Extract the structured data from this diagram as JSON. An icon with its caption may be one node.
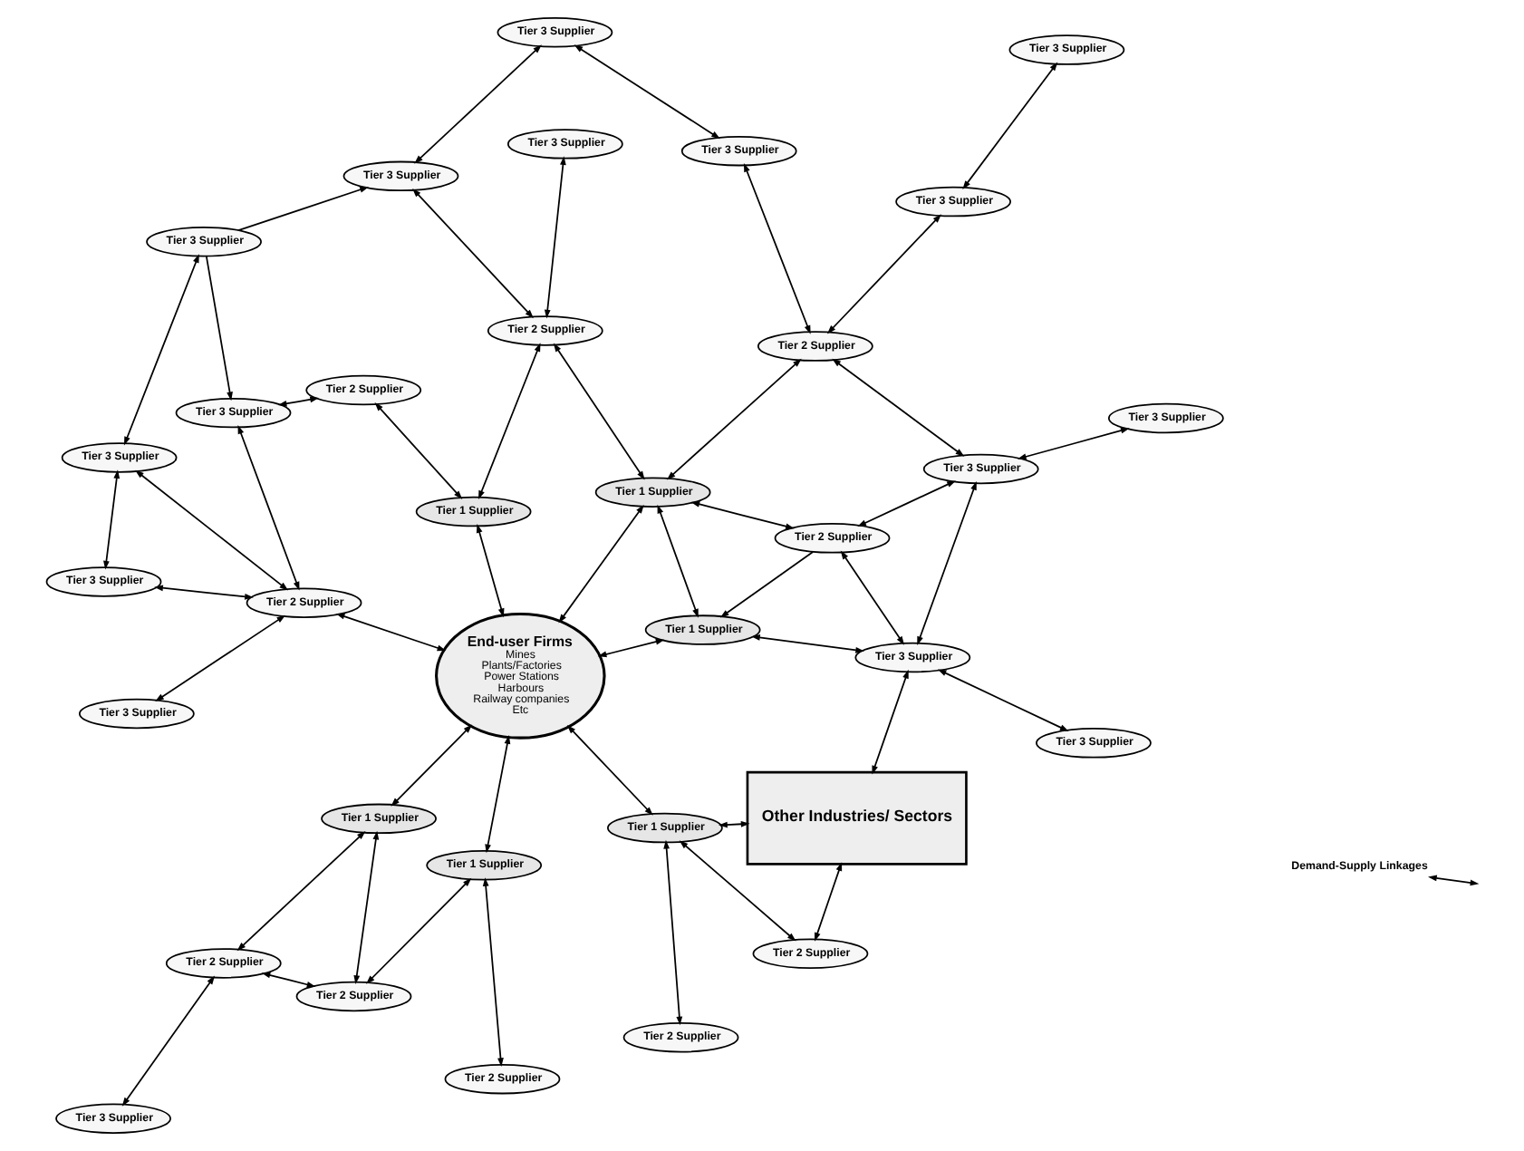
{
  "diagram": {
    "nodes": [
      {
        "text": [
          "End-user Firms",
          "Mines",
          "Plants/Factories",
          "Power Stations",
          "Harbours",
          "Railway companies",
          "Etc"
        ]
      },
      {
        "text": [
          "Tier 2 Supplier"
        ]
      },
      {
        "text": [
          "Tier 1 Supplier"
        ]
      },
      {
        "text": [
          "Tier 1 Supplier"
        ]
      },
      {
        "text": [
          "Tier 2 Supplier"
        ]
      },
      {
        "text": [
          "Tier 2 Supplier"
        ]
      },
      {
        "text": [
          "Tier 2 Supplier"
        ]
      },
      {
        "text": [
          "Tier 1 Supplier"
        ]
      },
      {
        "text": [
          "Tier 1 Supplier"
        ]
      },
      {
        "text": [
          "Tier 2 Supplier"
        ]
      },
      {
        "text": [
          "Tier 1 Supplier"
        ]
      },
      {
        "text": [
          "Tier 1 Supplier"
        ]
      },
      {
        "text": [
          "Other Industries/ Sectors"
        ]
      },
      {
        "text": [
          "Tier 2 Supplier"
        ]
      },
      {
        "text": [
          "Tier 2 Supplier"
        ]
      },
      {
        "text": [
          "Tier 2 Supplier"
        ]
      },
      {
        "text": [
          "Tier 2 Supplier"
        ]
      },
      {
        "text": [
          "Tier 2 Supplier"
        ]
      },
      {
        "text": [
          "Tier 3 Supplier"
        ]
      },
      {
        "text": [
          "Tier 3 Supplier"
        ]
      },
      {
        "text": [
          "Tier 3 Supplier"
        ]
      },
      {
        "text": [
          "Tier 3 Supplier"
        ]
      },
      {
        "text": [
          "Tier 3 Supplier"
        ]
      },
      {
        "text": [
          "Tier 3 Supplier"
        ]
      },
      {
        "text": [
          "Tier 3 Supplier"
        ]
      },
      {
        "text": [
          "Tier 3 Supplier"
        ]
      },
      {
        "text": [
          "Tier 3 Supplier"
        ]
      },
      {
        "text": [
          "Tier 3 Supplier"
        ]
      },
      {
        "text": [
          "Tier 3 Supplier"
        ]
      },
      {
        "text": [
          "Tier 3 Supplier"
        ]
      },
      {
        "text": [
          "Tier 3 Supplier"
        ]
      },
      {
        "text": [
          "Tier 3 Supplier"
        ]
      },
      {
        "text": [
          "Tier 3 Supplier"
        ]
      },
      {
        "text": [
          "Tier 3 Supplier"
        ]
      }
    ],
    "edges": [
      {
        "from": 1,
        "to": 2,
        "arrow": "both"
      },
      {
        "from": 2,
        "to": 0,
        "arrow": "both"
      },
      {
        "from": 5,
        "to": 2,
        "arrow": "both"
      },
      {
        "from": 5,
        "to": 7,
        "arrow": "both"
      },
      {
        "from": 5,
        "to": 9,
        "arrow": "both"
      },
      {
        "from": 9,
        "to": 7,
        "arrow": "both"
      },
      {
        "from": 7,
        "to": 0,
        "arrow": "both"
      },
      {
        "from": 0,
        "to": 13,
        "arrow": "both"
      },
      {
        "from": 0,
        "to": 10,
        "arrow": "both"
      },
      {
        "from": 0,
        "to": 3,
        "arrow": "both"
      },
      {
        "from": 0,
        "to": 11,
        "arrow": "both"
      },
      {
        "from": 0,
        "to": 8,
        "arrow": "both"
      },
      {
        "from": 3,
        "to": 4,
        "arrow": "both"
      },
      {
        "from": 3,
        "to": 6,
        "arrow": "both"
      },
      {
        "from": 3,
        "to": 12,
        "arrow": "both"
      },
      {
        "from": 6,
        "to": 12,
        "arrow": "both"
      },
      {
        "from": 11,
        "to": 8,
        "arrow": "both"
      },
      {
        "from": 9,
        "to": 18,
        "arrow": "both"
      },
      {
        "from": 10,
        "to": 14,
        "arrow": "both"
      },
      {
        "from": 10,
        "to": 15,
        "arrow": "both"
      },
      {
        "from": 11,
        "to": 15,
        "arrow": "both"
      },
      {
        "from": 11,
        "to": 16,
        "arrow": "both"
      },
      {
        "from": 11,
        "to": 17,
        "arrow": "both"
      },
      {
        "from": 17,
        "to": 8,
        "arrow": "to"
      },
      {
        "from": 8,
        "to": 26,
        "arrow": "both"
      },
      {
        "from": 12,
        "to": 26,
        "arrow": "both"
      },
      {
        "from": 17,
        "to": 26,
        "arrow": "both"
      },
      {
        "from": 17,
        "to": 25,
        "arrow": "both"
      },
      {
        "from": 16,
        "to": 25,
        "arrow": "both"
      },
      {
        "from": 16,
        "to": 24,
        "arrow": "both"
      },
      {
        "from": 16,
        "to": 30,
        "arrow": "both"
      },
      {
        "from": 24,
        "to": 31,
        "arrow": "both"
      },
      {
        "from": 25,
        "to": 32,
        "arrow": "both"
      },
      {
        "from": 25,
        "to": 26,
        "arrow": "both"
      },
      {
        "from": 26,
        "to": 33,
        "arrow": "both"
      },
      {
        "from": 29,
        "to": 30,
        "arrow": "both"
      },
      {
        "from": 15,
        "to": 22,
        "arrow": "both"
      },
      {
        "from": 15,
        "to": 23,
        "arrow": "both"
      },
      {
        "from": 14,
        "to": 21,
        "arrow": "both"
      },
      {
        "from": 13,
        "to": 19,
        "arrow": "both"
      },
      {
        "from": 13,
        "to": 20,
        "arrow": "both"
      },
      {
        "from": 13,
        "to": 27,
        "arrow": "both"
      },
      {
        "from": 13,
        "to": 21,
        "arrow": "both"
      },
      {
        "from": 19,
        "to": 27,
        "arrow": "both"
      },
      {
        "from": 27,
        "to": 28,
        "arrow": "both"
      },
      {
        "from": 28,
        "to": 21,
        "arrow": "to"
      },
      {
        "from": 28,
        "to": 22,
        "arrow": "to"
      },
      {
        "from": 22,
        "to": 29,
        "arrow": "both"
      }
    ],
    "legend": [
      {
        "text": "Demand-Supply Linkages"
      }
    ]
  }
}
